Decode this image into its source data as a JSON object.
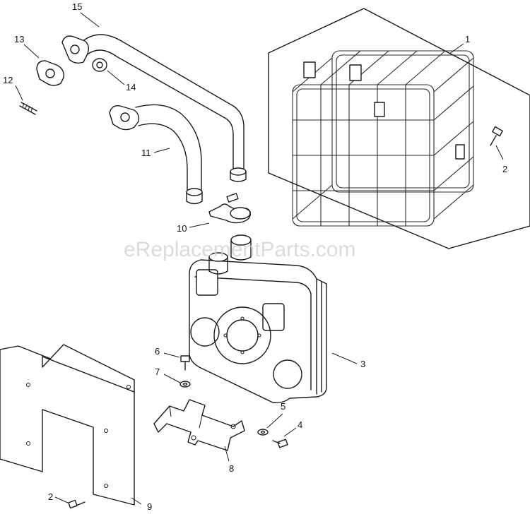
{
  "watermark": "eReplacementParts.com",
  "callouts": [
    {
      "id": "part-1",
      "label": "1"
    },
    {
      "id": "part-2-upper",
      "label": "2"
    },
    {
      "id": "part-2-lower",
      "label": "2"
    },
    {
      "id": "part-3",
      "label": "3"
    },
    {
      "id": "part-4",
      "label": "4"
    },
    {
      "id": "part-5",
      "label": "5"
    },
    {
      "id": "part-6",
      "label": "6"
    },
    {
      "id": "part-7",
      "label": "7"
    },
    {
      "id": "part-8",
      "label": "8"
    },
    {
      "id": "part-9",
      "label": "9"
    },
    {
      "id": "part-10",
      "label": "10"
    },
    {
      "id": "part-11",
      "label": "11"
    },
    {
      "id": "part-12",
      "label": "12"
    },
    {
      "id": "part-13",
      "label": "13"
    },
    {
      "id": "part-14",
      "label": "14"
    },
    {
      "id": "part-15",
      "label": "15"
    }
  ]
}
